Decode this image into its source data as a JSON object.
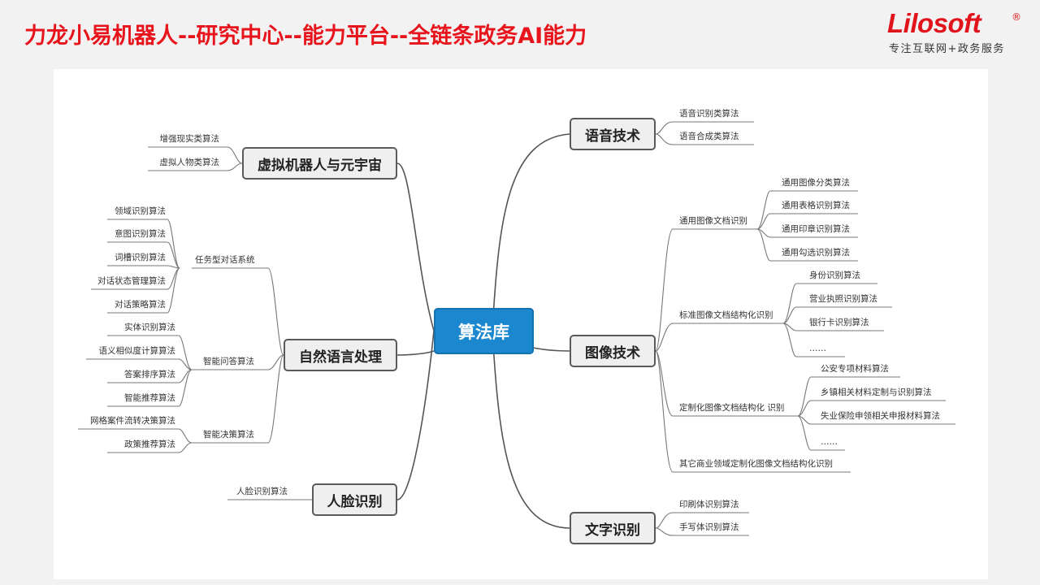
{
  "slide": {
    "title": "力龙小易机器人--研究中心--能力平台--全链条政务AI能力"
  },
  "logo": {
    "name": "Lilosoft",
    "registered": "®",
    "tagline": "专注互联网+政务服务",
    "color": "#e1141c"
  },
  "colors": {
    "title": "#e8141c",
    "center_node": "#1b87cf",
    "branch_line": "#555555"
  },
  "mindmap": {
    "center": "算法库",
    "voice": {
      "label": "语音技术",
      "items": [
        "语音识别类算法",
        "语音合成类算法"
      ]
    },
    "image": {
      "label": "图像技术",
      "general_doc": {
        "label": "通用图像文档识别",
        "items": [
          "通用图像分类算法",
          "通用表格识别算法",
          "通用印章识别算法",
          "通用勾选识别算法"
        ]
      },
      "standard_doc": {
        "label": "标准图像文档结构化识别",
        "items": [
          "身份识别算法",
          "营业执照识别算法",
          "银行卡识别算法",
          "……"
        ]
      },
      "custom_doc": {
        "label": "定制化图像文档结构化 识别",
        "items": [
          "公安专项材料算法",
          "乡镇相关材料定制与识别算法",
          "失业保险申领相关申报材料算法",
          "……"
        ]
      },
      "other": "其它商业领域定制化图像文档结构化识别"
    },
    "text": {
      "label": "文字识别",
      "items": [
        "印刷体识别算法",
        "手写体识别算法"
      ]
    },
    "virtual": {
      "label": "虚拟机器人与元宇宙",
      "items": [
        "增强现实类算法",
        "虚拟人物类算法"
      ]
    },
    "nlp": {
      "label": "自然语言处理",
      "dialog": {
        "label": "任务型对话系统",
        "items": [
          "领域识别算法",
          "意图识别算法",
          "词槽识别算法",
          "对话状态管理算法",
          "对话策略算法"
        ]
      },
      "qa": {
        "label": "智能问答算法",
        "items": [
          "实体识别算法",
          "语义相似度计算算法",
          "答案排序算法",
          "智能推荐算法"
        ]
      },
      "decision": {
        "label": "智能决策算法",
        "items": [
          "网格案件流转决策算法",
          "政策推荐算法"
        ]
      }
    },
    "face": {
      "label": "人脸识别",
      "items": [
        "人脸识别算法"
      ]
    }
  }
}
